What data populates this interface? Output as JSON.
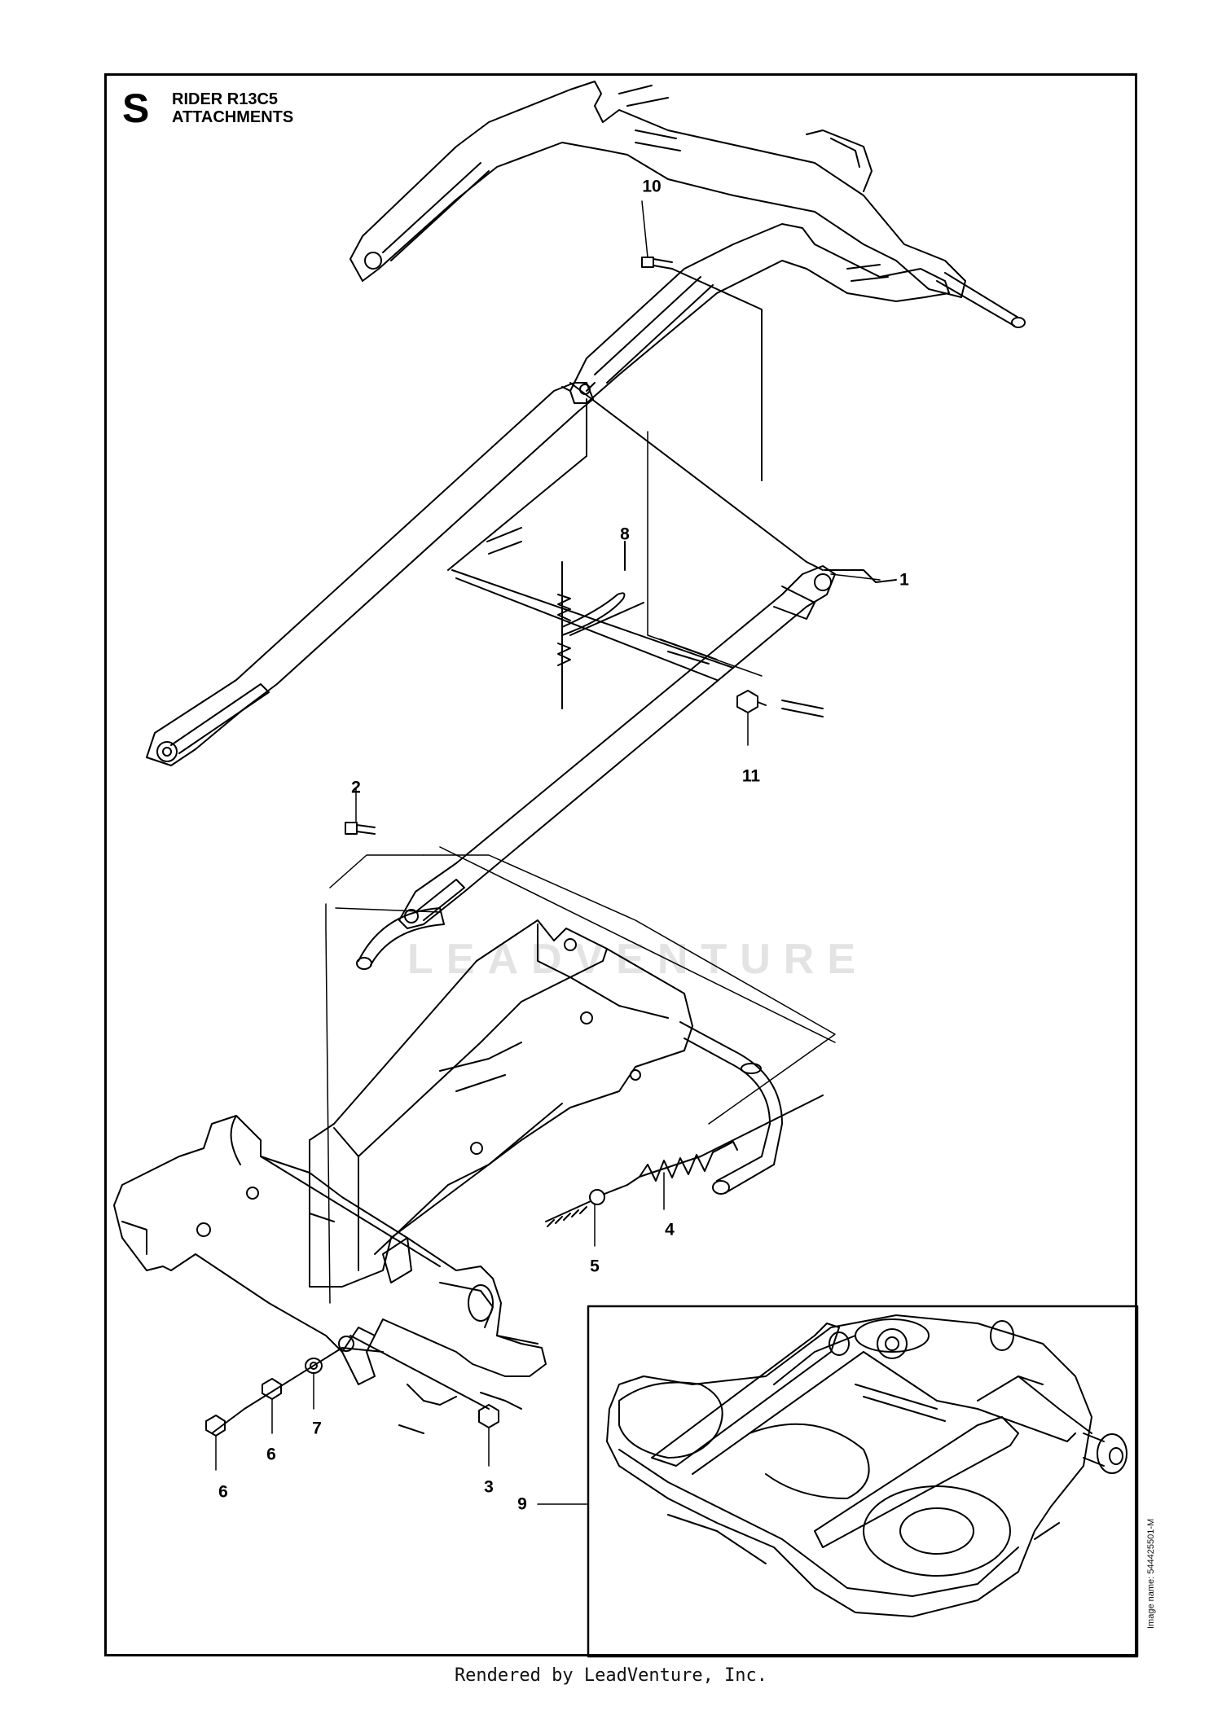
{
  "header": {
    "section_letter": "S",
    "model": "RIDER R13C5",
    "section_title": "ATTACHMENTS"
  },
  "callouts": [
    "1",
    "2",
    "3",
    "4",
    "5",
    "6",
    "6",
    "7",
    "8",
    "9",
    "10",
    "11"
  ],
  "parts": [
    {
      "ref": "1",
      "name": "lift-frame"
    },
    {
      "ref": "2",
      "name": "bolt"
    },
    {
      "ref": "3",
      "name": "lock-nut"
    },
    {
      "ref": "4",
      "name": "spring"
    },
    {
      "ref": "5",
      "name": "eye-bolt"
    },
    {
      "ref": "6",
      "name": "nut"
    },
    {
      "ref": "7",
      "name": "washer"
    },
    {
      "ref": "8",
      "name": "hair-pin"
    },
    {
      "ref": "9",
      "name": "cutting-deck"
    },
    {
      "ref": "10",
      "name": "bolt"
    },
    {
      "ref": "11",
      "name": "nut"
    }
  ],
  "side_code": "Image name: 544425501-M",
  "watermark": "LEADVENTURE",
  "footer": "Rendered by LeadVenture, Inc."
}
